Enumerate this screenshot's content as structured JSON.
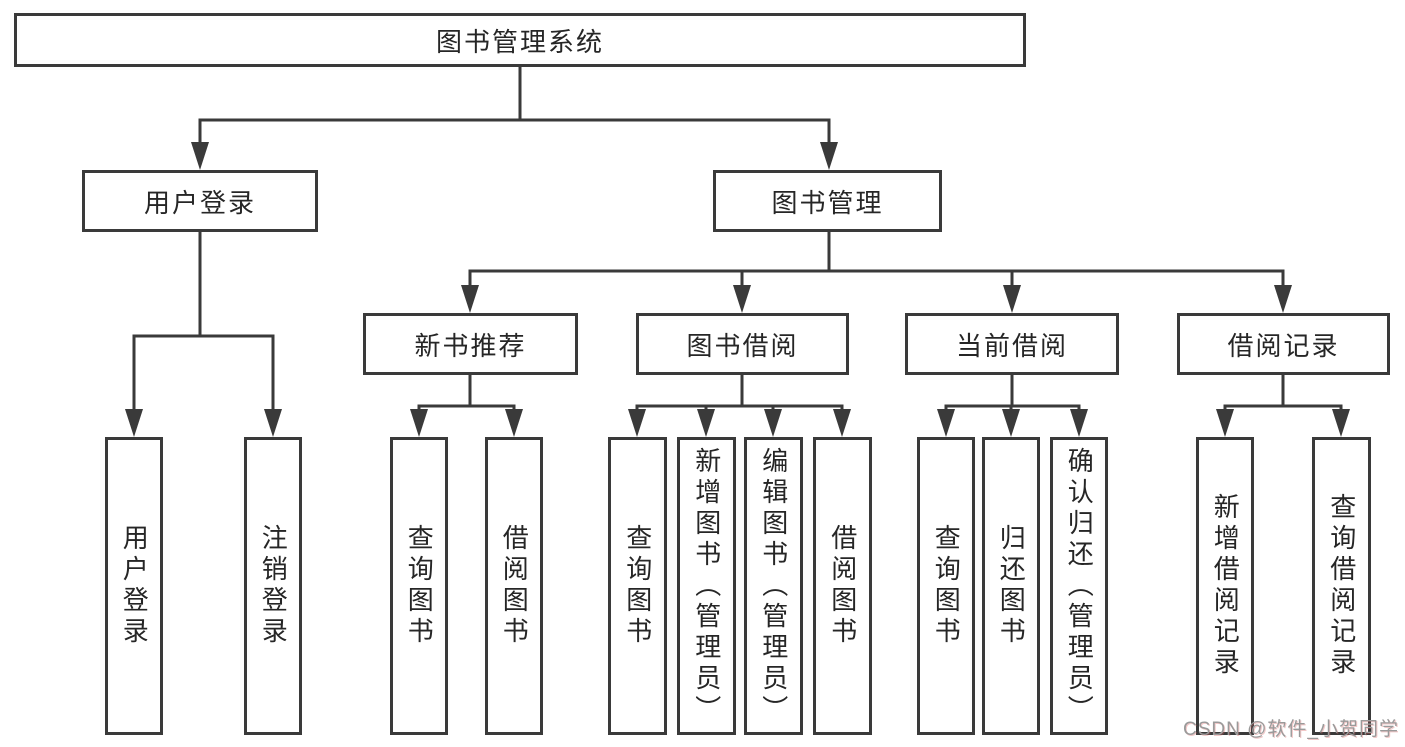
{
  "diagram": {
    "root": {
      "label": "图书管理系统",
      "children": {
        "user_login": {
          "label": "用户登录",
          "children": {
            "login": {
              "label": "用户登录"
            },
            "logout": {
              "label": "注销登录"
            }
          }
        },
        "book_management": {
          "label": "图书管理",
          "children": {
            "new_book_recommend": {
              "label": "新书推荐",
              "children": {
                "query_book": {
                  "label": "查询图书"
                },
                "borrow_book": {
                  "label": "借阅图书"
                }
              }
            },
            "book_borrow": {
              "label": "图书借阅",
              "children": {
                "query_book": {
                  "label": "查询图书"
                },
                "add_book_admin": {
                  "label": "新增图书（管理员）"
                },
                "edit_book_admin": {
                  "label": "编辑图书（管理员）"
                },
                "borrow_book": {
                  "label": "借阅图书"
                }
              }
            },
            "current_borrow": {
              "label": "当前借阅",
              "children": {
                "query_book": {
                  "label": "查询图书"
                },
                "return_book": {
                  "label": "归还图书"
                },
                "confirm_return_admin": {
                  "label": "确认归还（管理员）"
                }
              }
            },
            "borrow_records": {
              "label": "借阅记录",
              "children": {
                "add_borrow_record": {
                  "label": "新增借阅记录"
                },
                "query_borrow_record": {
                  "label": "查询借阅记录"
                }
              }
            }
          }
        }
      }
    }
  },
  "watermark": {
    "text": "CSDN @软件_小贺同学"
  },
  "colors": {
    "line": "#3a3a3a",
    "text": "#262626",
    "background": "#ffffff",
    "watermark": "#9a9a9a"
  }
}
